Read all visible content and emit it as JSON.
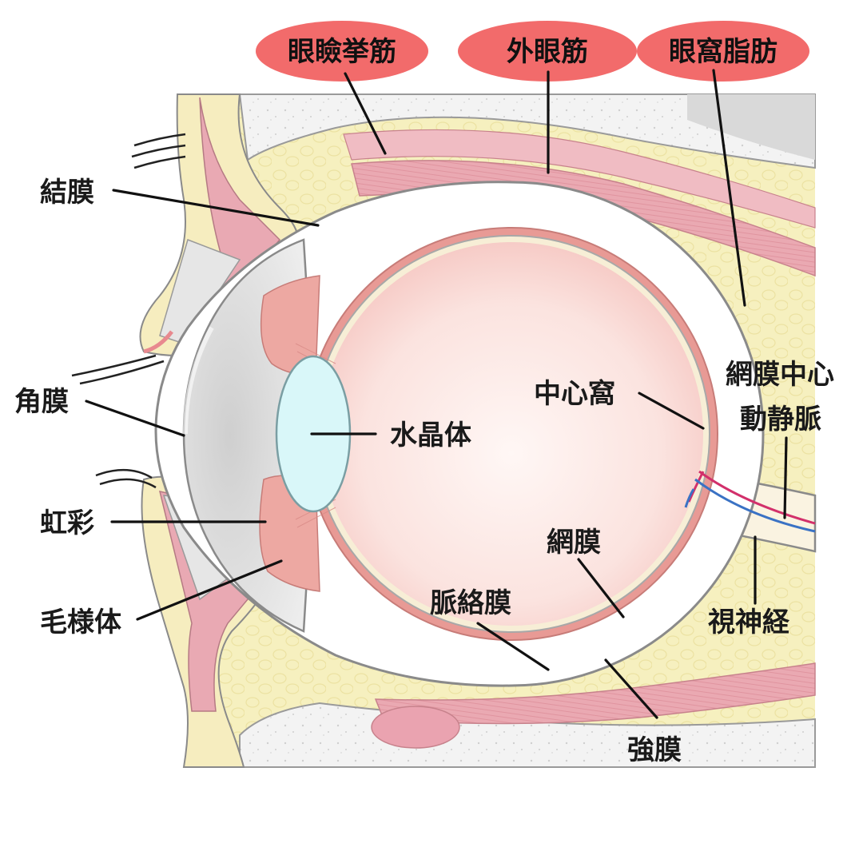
{
  "labels": {
    "levator": "眼瞼挙筋",
    "extraocular": "外眼筋",
    "orbital_fat": "眼窩脂肪",
    "conjunctiva": "結膜",
    "cornea": "角膜",
    "iris": "虹彩",
    "ciliary_body": "毛様体",
    "lens": "水晶体",
    "fovea": "中心窩",
    "retinal_vessel_line1": "網膜中心",
    "retinal_vessel_line2": "動静脈",
    "retina": "網膜",
    "choroid": "脈絡膜",
    "optic_nerve": "視神経",
    "sclera": "強膜"
  },
  "colors": {
    "highlight_badge": "#f26b6b",
    "eyeball_interior": "#fbd9d6",
    "lens": "#d9f7f9",
    "orbital_fat": "#f6f0bf",
    "muscle": "#e8a3ad",
    "bone": "#eeeeee",
    "choroid": "#e89a95",
    "vessel_red": "#d2306b",
    "vessel_blue": "#3a72c4"
  }
}
